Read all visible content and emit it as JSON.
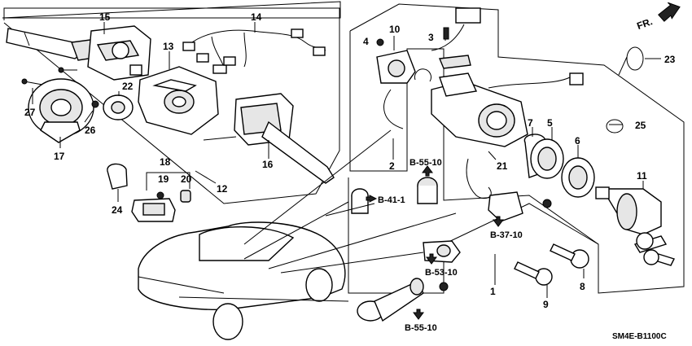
{
  "callouts": {
    "c1": "1",
    "c2": "2",
    "c3": "3",
    "c4": "4",
    "c5": "5",
    "c6": "6",
    "c7": "7",
    "c8": "8",
    "c9": "9",
    "c10": "10",
    "c11": "11",
    "c12": "12",
    "c13": "13",
    "c14": "14",
    "c15": "15",
    "c16": "16",
    "c17": "17",
    "c18": "18",
    "c19": "19",
    "c20": "20",
    "c21": "21",
    "c22": "22",
    "c23": "23",
    "c24": "24",
    "c25": "25",
    "c26": "26",
    "c27": "27"
  },
  "refs": {
    "b5510_top": "B-55-10",
    "b411": "B-41-1",
    "b3710": "B-37-10",
    "b5310": "B-53-10",
    "b5510_bottom": "B-55-10"
  },
  "direction_label": "FR.",
  "diagram_code": "SM4E-B1100C"
}
